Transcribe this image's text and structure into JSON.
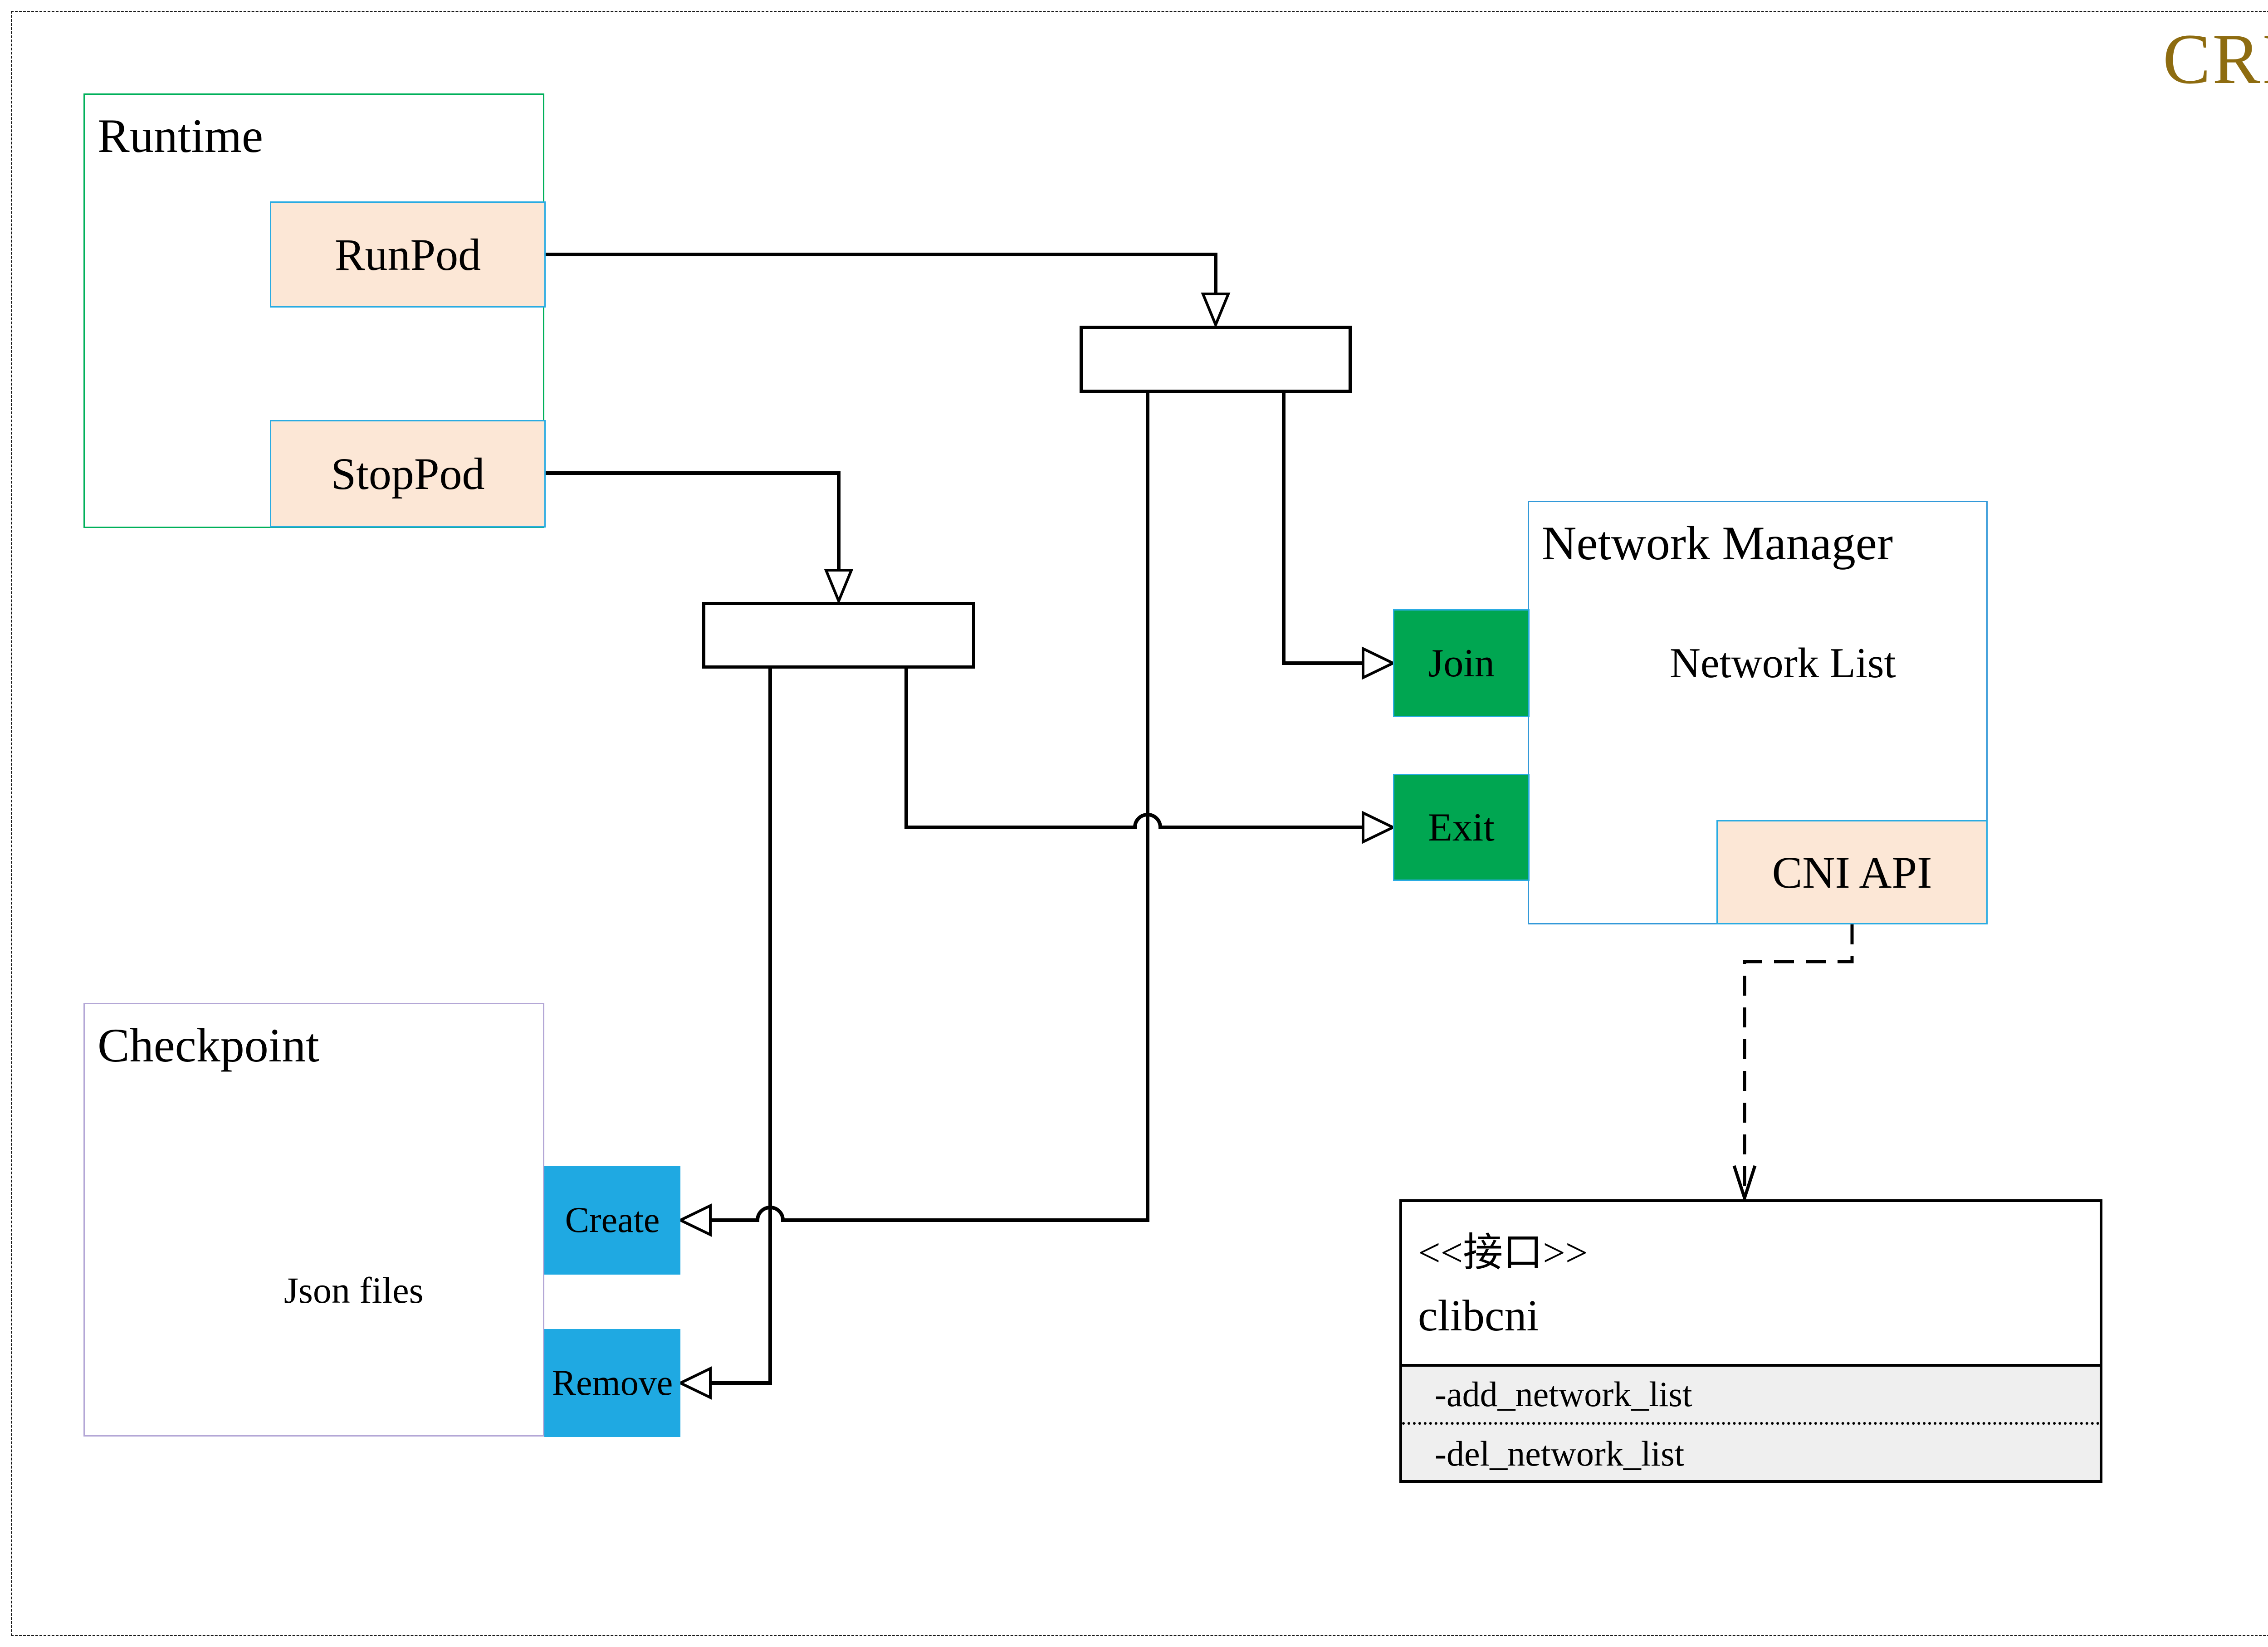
{
  "title": {
    "label": "CRI",
    "color": "#8e6c10"
  },
  "colors": {
    "peach_fill": "#fce7d6",
    "cyan_border": "#29abe2",
    "green_fill": "#00a651",
    "cyan_fill": "#1fa9e2",
    "runtime_border_green": "#00b05a",
    "network_manager_border_blue": "#3399d9",
    "checkpoint_border_purple": "#b4a7d6",
    "cylinder_gray": "#6d6d6d",
    "interface_attr_bg": "#efefef",
    "line_black": "#000000"
  },
  "runtime": {
    "label": "Runtime",
    "run_pod": "RunPod",
    "stop_pod": "StopPod"
  },
  "network_manager": {
    "label": "Network Manager",
    "network_list": "Network List",
    "join": "Join",
    "exit": "Exit",
    "cni_api": "CNI API"
  },
  "checkpoint": {
    "label": "Checkpoint",
    "json_files": "Json files",
    "create": "Create",
    "remove": "Remove"
  },
  "clibcni": {
    "stereotype": "<<接口>>",
    "name": "clibcni",
    "method_add": "-add_network_list",
    "method_del": "-del_network_list"
  }
}
